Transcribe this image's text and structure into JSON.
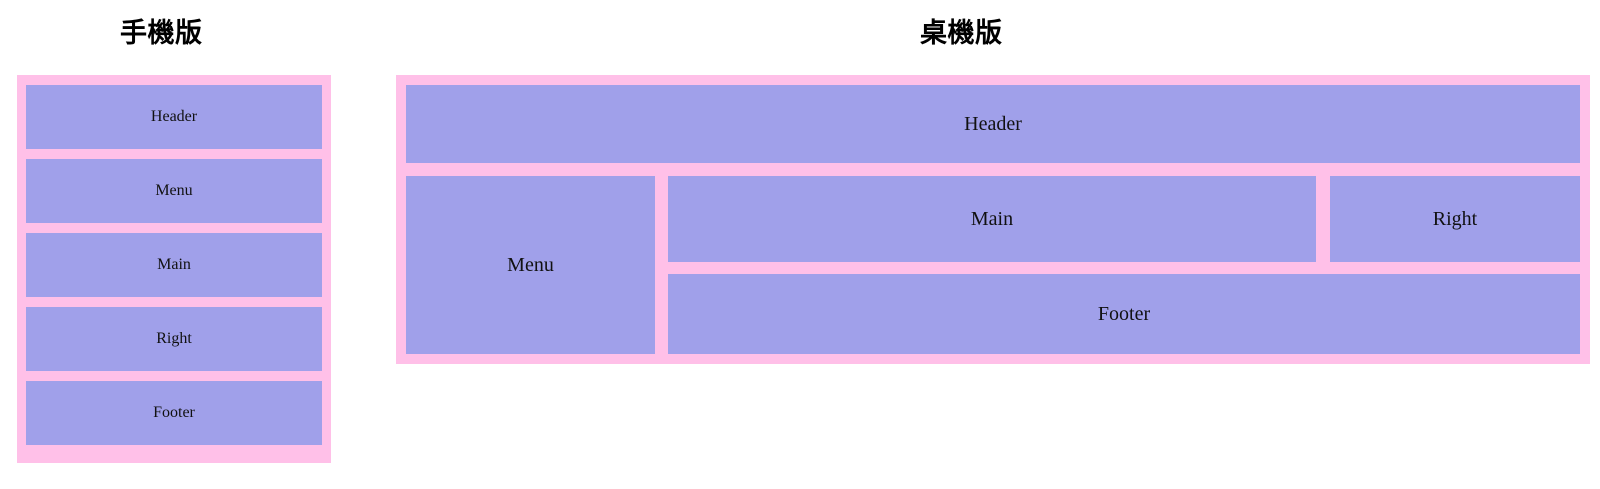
{
  "page": {
    "background_color": "#ffffff",
    "frame_color": "#ffc0e8",
    "cell_color": "#a0a0ea",
    "text_color": "#111111"
  },
  "mobile": {
    "title": "手機版",
    "cells": [
      {
        "label": "Header"
      },
      {
        "label": "Menu"
      },
      {
        "label": "Main"
      },
      {
        "label": "Right"
      },
      {
        "label": "Footer"
      }
    ]
  },
  "desktop": {
    "title": "桌機版",
    "cells": [
      {
        "label": "Header"
      },
      {
        "label": "Menu"
      },
      {
        "label": "Main"
      },
      {
        "label": "Right"
      },
      {
        "label": "Footer"
      }
    ]
  }
}
